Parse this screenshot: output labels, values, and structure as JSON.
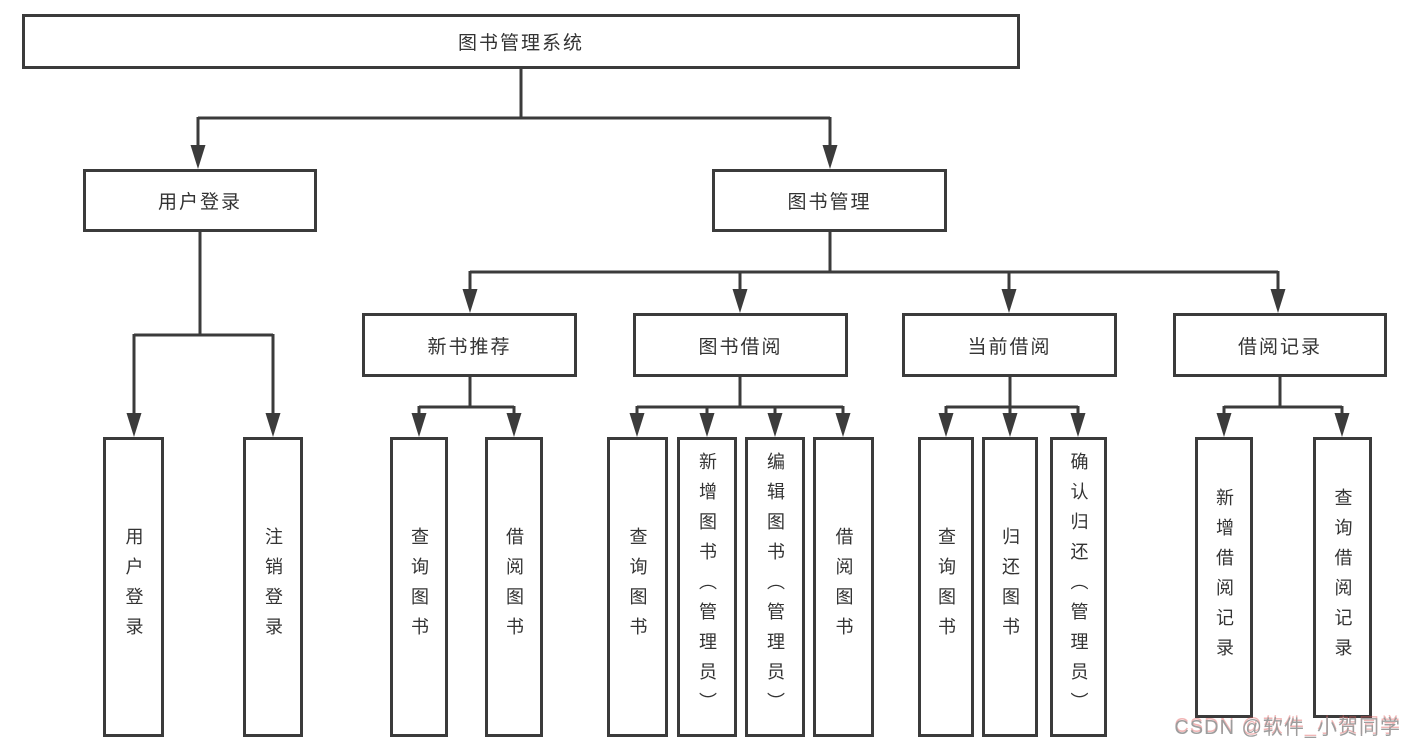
{
  "colors": {
    "line": "#3b3b3b",
    "box_border": "#3b3b3b",
    "text": "#333333",
    "watermark_gray": "#9d9d9d",
    "watermark_red": "#e15a5a",
    "background": "#ffffff"
  },
  "tree": {
    "root": "图书管理系统",
    "children": [
      {
        "label": "用户登录",
        "children": [
          {
            "label": "用户登录"
          },
          {
            "label": "注销登录"
          }
        ]
      },
      {
        "label": "图书管理",
        "children": [
          {
            "label": "新书推荐",
            "children": [
              {
                "label": "查询图书"
              },
              {
                "label": "借阅图书"
              }
            ]
          },
          {
            "label": "图书借阅",
            "children": [
              {
                "label": "查询图书"
              },
              {
                "label": "新增图书（管理员）"
              },
              {
                "label": "编辑图书（管理员）"
              },
              {
                "label": "借阅图书"
              }
            ]
          },
          {
            "label": "当前借阅",
            "children": [
              {
                "label": "查询图书"
              },
              {
                "label": "归还图书"
              },
              {
                "label": "确认归还（管理员）"
              }
            ]
          },
          {
            "label": "借阅记录",
            "children": [
              {
                "label": "新增借阅记录"
              },
              {
                "label": "查询借阅记录"
              }
            ]
          }
        ]
      }
    ]
  },
  "watermark": "CSDN @软件_小贺同学"
}
